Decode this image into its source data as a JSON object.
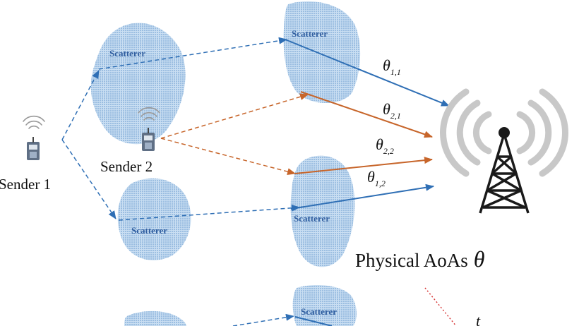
{
  "scatterer_label": "Scatterer",
  "senders": [
    {
      "label": "Sender 1"
    },
    {
      "label": "Sender 2"
    }
  ],
  "angles": [
    {
      "symbol": "θ",
      "subscript": "1,1"
    },
    {
      "symbol": "θ",
      "subscript": "2,1"
    },
    {
      "symbol": "θ",
      "subscript": "2,2"
    },
    {
      "symbol": "θ",
      "subscript": "1,2"
    }
  ],
  "caption": {
    "text": "Physical AoAs",
    "symbol": "θ"
  },
  "bottom_symbol": "t",
  "colors": {
    "sender1_path": "#2f6fb5",
    "sender2_path": "#c7652a",
    "scatterer_fill": "#8db8e2",
    "scatterer_dot": "#5d93c9",
    "antenna": "#1a1a1a",
    "signal_wave": "#c8c8c8"
  },
  "icons": [
    "wifi-signal-icon",
    "radio-device-icon",
    "antenna-tower-icon"
  ]
}
